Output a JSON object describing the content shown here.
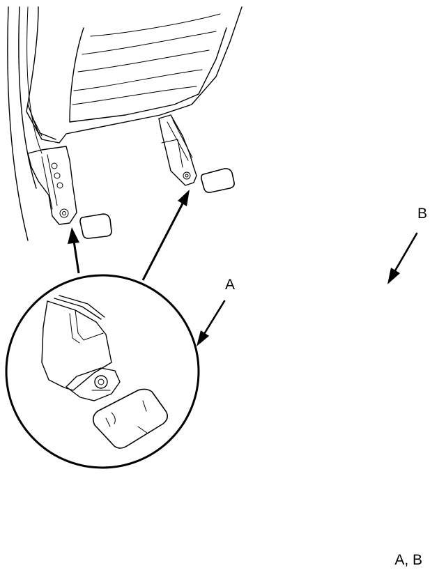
{
  "labels": {
    "callout_a": "A",
    "callout_b": "B",
    "figure_reference": "A, B"
  },
  "colors": {
    "line": "#000000",
    "background": "#ffffff"
  },
  "icons": {
    "callout_arrow": "arrow-pointer",
    "view_arrow": "arrow-up"
  }
}
